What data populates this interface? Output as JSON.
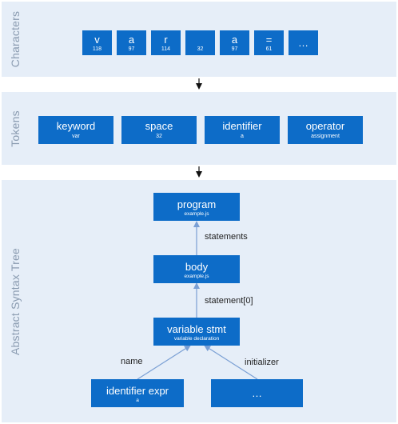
{
  "panels": {
    "characters": "Characters",
    "tokens": "Tokens",
    "ast": "Abstract Syntax Tree"
  },
  "characters": [
    {
      "char": "v",
      "code": "118"
    },
    {
      "char": "a",
      "code": "97"
    },
    {
      "char": "r",
      "code": "114"
    },
    {
      "char": "",
      "code": "32"
    },
    {
      "char": "a",
      "code": "97"
    },
    {
      "char": "=",
      "code": "61"
    },
    {
      "char": "…",
      "code": ""
    }
  ],
  "tokens": [
    {
      "type": "keyword",
      "value": "var"
    },
    {
      "type": "space",
      "value": "32"
    },
    {
      "type": "identifier",
      "value": "a"
    },
    {
      "type": "operator",
      "value": "assignment"
    }
  ],
  "ast": {
    "program": {
      "label": "program",
      "sub": "example.js"
    },
    "body": {
      "label": "body",
      "sub": "example.js"
    },
    "variable_stmt": {
      "label": "variable stmt",
      "sub": "variable declaration"
    },
    "identifier_expr": {
      "label": "identifier expr",
      "sub": "a"
    },
    "more": {
      "label": "…",
      "sub": ""
    },
    "edges": {
      "statements": "statements",
      "statement0": "statement[0]",
      "name": "name",
      "initializer": "initializer"
    }
  },
  "colors": {
    "panel_bg": "#e6eef8",
    "box": "#0d6cc8",
    "box_text": "#ffffff",
    "connector": "#7a9fd4",
    "title": "#8a9bb0"
  }
}
